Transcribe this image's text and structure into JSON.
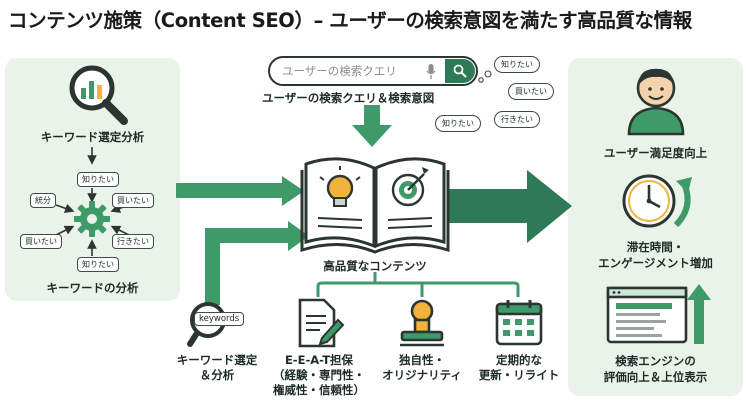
{
  "title": "コンテンツ施策（Content SEO）– ユーザーの検索意図を満たす高品質な情報",
  "colors": {
    "green_dark": "#2f7a56",
    "green": "#3f9a6a",
    "panel": "#e9f3e9",
    "accent": "#f2b33d",
    "ink": "#2b3531"
  },
  "search": {
    "placeholder": "ユーザーの検索クエリ",
    "caption": "ユーザーの検索クエリ＆検索意図"
  },
  "query_bubbles": [
    "知りたい",
    "買いたい",
    "知りたい",
    "行きたい"
  ],
  "left_panel": {
    "top_label": "キーワード選定分析",
    "bottom_label": "キーワードの分析",
    "intents": {
      "top": "知りたい",
      "left_top": "統分",
      "right_top": "買いたい",
      "left_bottom": "買いたい",
      "right_bottom": "行きたい",
      "bottom": "知りたい"
    }
  },
  "center": {
    "book_label": "高品質なコンテンツ"
  },
  "keyword_tool": {
    "tag": "keywords",
    "label_line1": "キーワード選定",
    "label_line2": "＆分析"
  },
  "pillars": [
    {
      "icon": "document-pen-icon",
      "line1": "E-E-A-T担保",
      "line2": "（経験・専門性・",
      "line3": "権威性・信頼性）"
    },
    {
      "icon": "stamp-icon",
      "line1": "独自性・",
      "line2": "オリジナリティ",
      "line3": ""
    },
    {
      "icon": "calendar-icon",
      "line1": "定期的な",
      "line2": "更新・リライト",
      "line3": ""
    }
  ],
  "right_panel": [
    {
      "icon": "user-icon",
      "line1": "ユーザー満足度向上",
      "line2": ""
    },
    {
      "icon": "clock-icon",
      "line1": "滞在時間・",
      "line2": "エンゲージメント増加"
    },
    {
      "icon": "ranking-icon",
      "line1": "検索エンジンの",
      "line2": "評価向上＆上位表示"
    }
  ]
}
